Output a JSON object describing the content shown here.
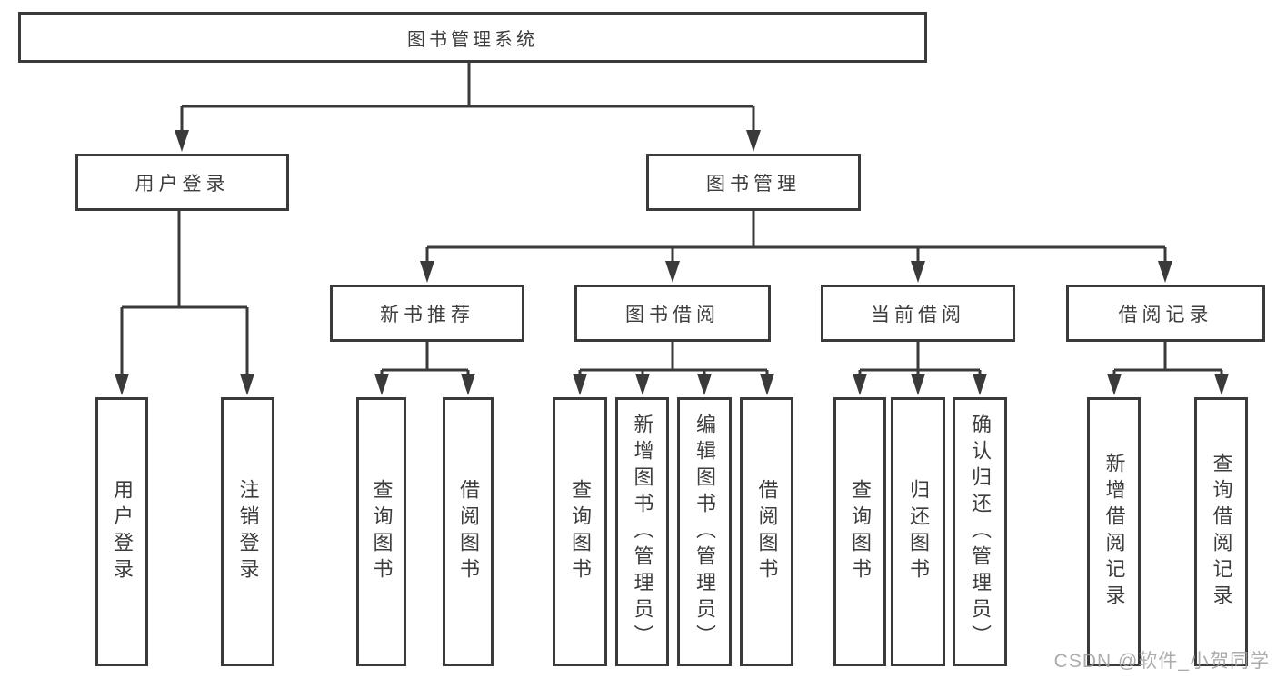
{
  "diagram": {
    "title": "图书管理系统",
    "branches": [
      {
        "label": "用户登录",
        "children": [
          {
            "label": "用户登录"
          },
          {
            "label": "注销登录"
          }
        ]
      },
      {
        "label": "图书管理",
        "children": [
          {
            "label": "新书推荐",
            "children": [
              {
                "label": "查询图书"
              },
              {
                "label": "借阅图书"
              }
            ]
          },
          {
            "label": "图书借阅",
            "children": [
              {
                "label": "查询图书"
              },
              {
                "label": "新增图书（管理员）"
              },
              {
                "label": "编辑图书（管理员）"
              },
              {
                "label": "借阅图书"
              }
            ]
          },
          {
            "label": "当前借阅",
            "children": [
              {
                "label": "查询图书"
              },
              {
                "label": "归还图书"
              },
              {
                "label": "确认归还（管理员）"
              }
            ]
          },
          {
            "label": "借阅记录",
            "children": [
              {
                "label": "新增借阅记录"
              },
              {
                "label": "查询借阅记录"
              }
            ]
          }
        ]
      }
    ]
  },
  "watermark": "CSDN @软件_小贺同学",
  "colors": {
    "line": "#3a3a3a",
    "text": "#3d3d3d",
    "watermark": "#9e9e9e",
    "background": "#ffffff"
  }
}
